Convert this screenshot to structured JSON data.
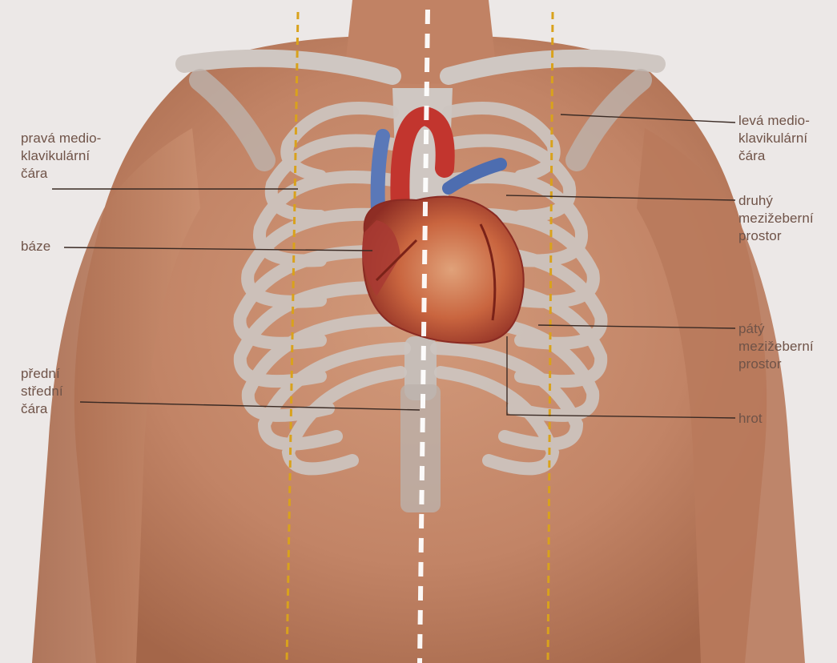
{
  "labels": {
    "right_midclavicular": [
      "pravá medio-",
      "klavikulární",
      "čára"
    ],
    "base": [
      "báze"
    ],
    "anterior_midline": [
      "přední",
      "střední",
      "čára"
    ],
    "left_midclavicular": [
      "levá medio-",
      "klavikulární",
      "čára"
    ],
    "second_intercostal": [
      "druhý",
      "mezižeberní",
      "prostor"
    ],
    "fifth_intercostal": [
      "pátý",
      "mezižeberní",
      "prostor"
    ],
    "apex": [
      "hrot"
    ]
  },
  "colors": {
    "skin": "#c98e6f",
    "skin_dark": "#a8694c",
    "bone": "#cdc5c0",
    "heart": "#b8483a",
    "clavicular_line": "#d9a21c",
    "midline": "#ffffff",
    "leader_line": "#3a2a24",
    "label_text": "#6f5348"
  }
}
